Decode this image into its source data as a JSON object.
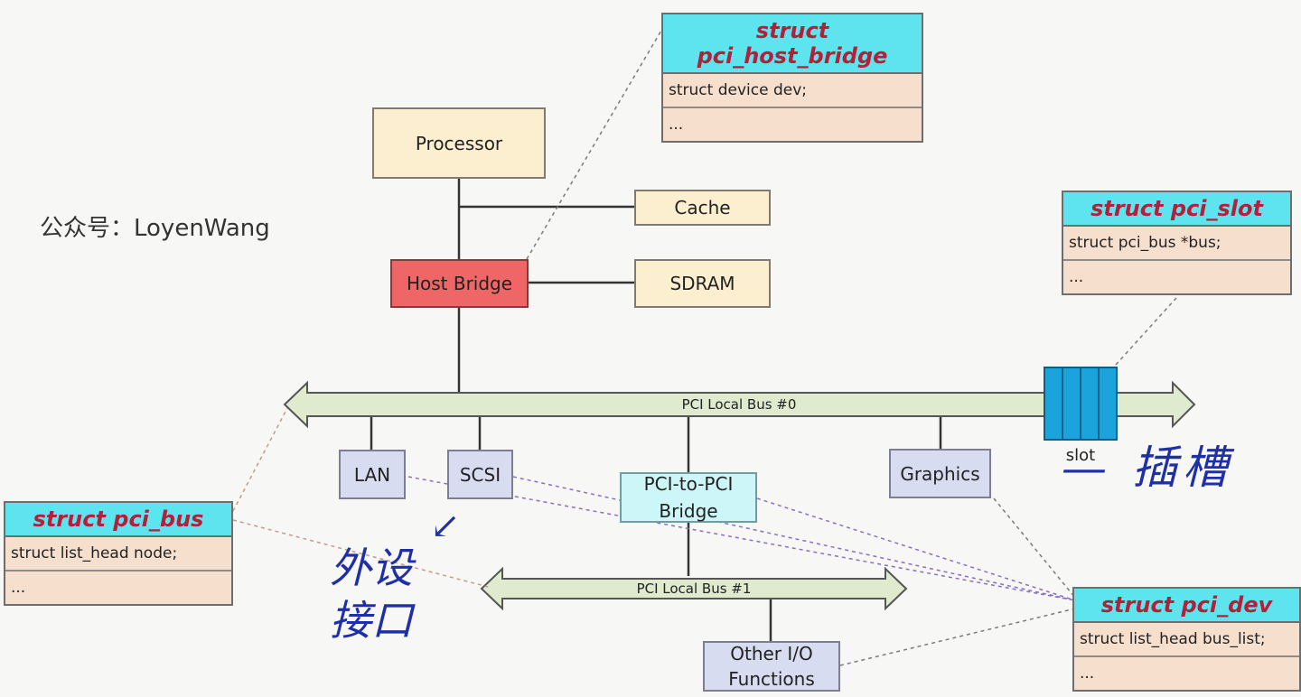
{
  "watermark": "公众号：LoyenWang",
  "nodes": {
    "processor": "Processor",
    "cache": "Cache",
    "host_bridge": "Host Bridge",
    "sdram": "SDRAM",
    "lan": "LAN",
    "scsi": "SCSI",
    "pci_to_pci_bridge": "PCI-to-PCI Bridge",
    "graphics": "Graphics",
    "other_io": "Other I/O Functions"
  },
  "buses": {
    "bus0": "PCI Local Bus #0",
    "bus1": "PCI Local Bus #1",
    "slot_label": "slot"
  },
  "structs": {
    "host_bridge": {
      "title": "struct pci_host_bridge",
      "rows": [
        "struct device dev;",
        "..."
      ]
    },
    "slot": {
      "title": "struct pci_slot",
      "rows": [
        "struct pci_bus *bus;",
        "..."
      ]
    },
    "bus": {
      "title": "struct pci_bus",
      "rows": [
        "struct list_head node;",
        "..."
      ]
    },
    "dev": {
      "title": "struct pci_dev",
      "rows": [
        "struct list_head bus_list;",
        "..."
      ]
    }
  },
  "annotations": {
    "slot_note": "— 插槽",
    "peripheral_note": "外设接口",
    "arrow": "↙"
  },
  "colors": {
    "yellow_box": "#fcefd0",
    "red_box": "#ef6666",
    "lavender_box": "#d8dcf0",
    "cyan_box": "#ccf6f7",
    "struct_header": "#5ee4ef",
    "struct_title": "#b3203a",
    "struct_row": "#f7dfcd",
    "bus_fill": "#dfeacf",
    "slot_fill": "#1ba3dc",
    "handwriting": "#1e2fa8"
  }
}
